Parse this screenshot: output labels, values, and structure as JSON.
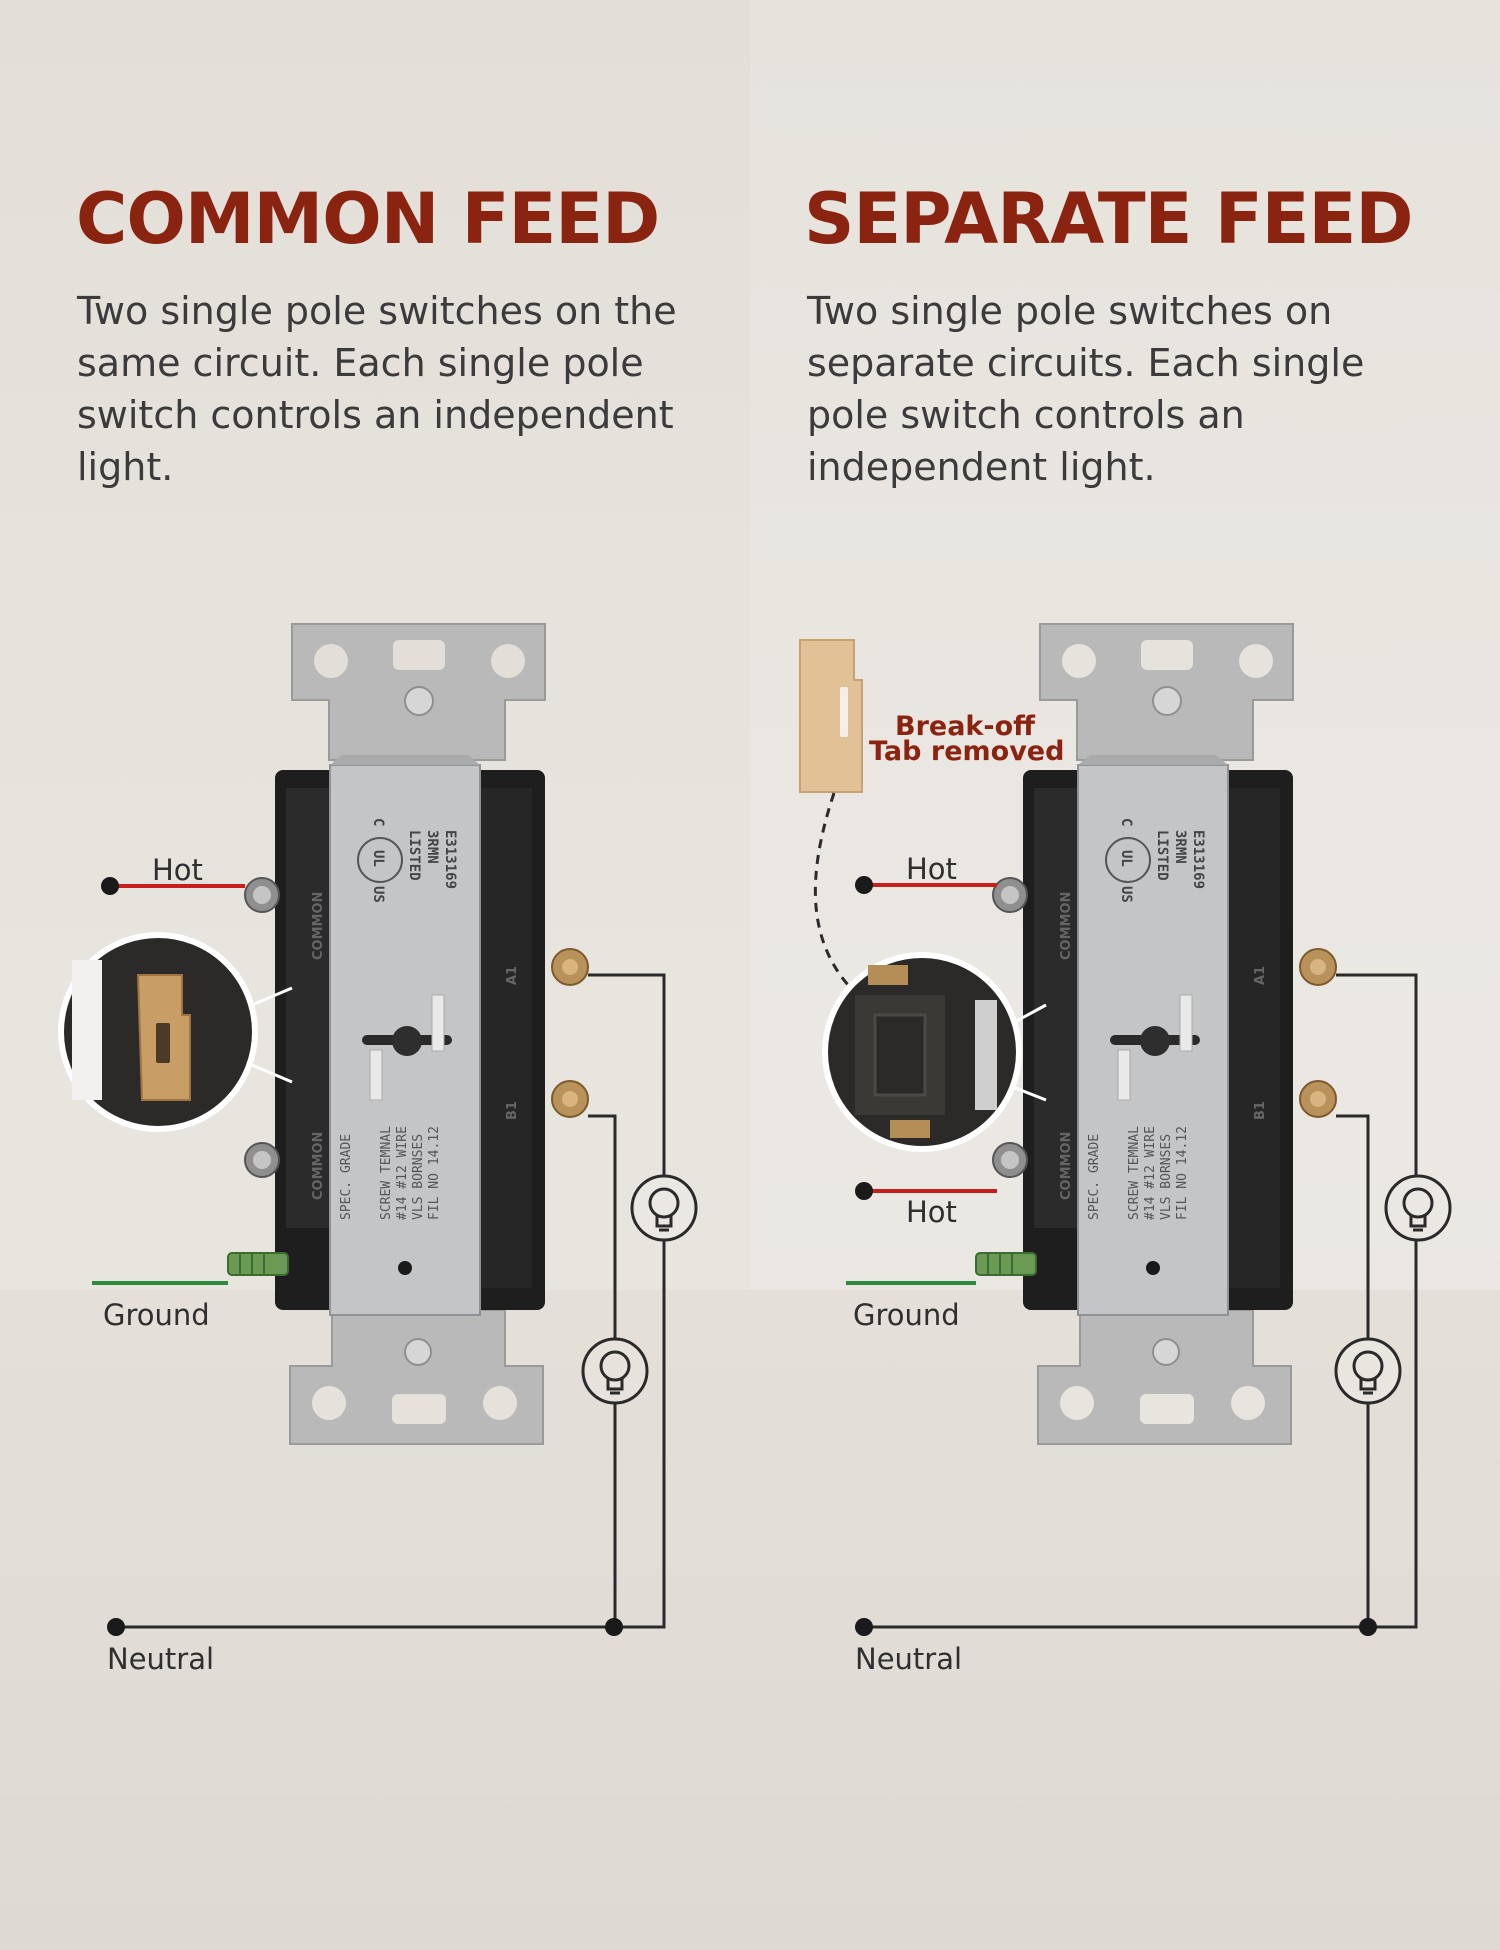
{
  "panels": {
    "common": {
      "title": "COMMON FEED",
      "description": "Two single pole switches on the same circuit. Each single pole switch controls an independent light.",
      "labels": {
        "hot": "Hot",
        "ground": "Ground",
        "neutral": "Neutral"
      }
    },
    "separate": {
      "title": "SEPARATE FEED",
      "description": "Two single pole switches on separate circuits. Each single pole switch controls an independent light.",
      "labels": {
        "hot_top": "Hot",
        "hot_bottom": "Hot",
        "ground": "Ground",
        "neutral": "Neutral"
      },
      "callout": {
        "line1": "Break-off",
        "line2": "Tab removed"
      }
    }
  },
  "switch_markings": {
    "ul": "UL",
    "c": "C",
    "us": "US",
    "listed": "LISTED",
    "code": "3RMN",
    "file": "E313169",
    "common": "COMMON",
    "grade": "SPEC. GRADE",
    "line1": "SCREW TEMNAL",
    "line2": "#14 #12 WIRE",
    "line3": "VLS BORNSES",
    "line4": "FIL NO 14.12",
    "terminal_a": "A1",
    "terminal_b": "B1"
  },
  "colors": {
    "title": "#8a2410",
    "hot_wire": "#c81e1e",
    "ground_wire": "#2e8a3c",
    "wire": "#2a2a2a"
  }
}
